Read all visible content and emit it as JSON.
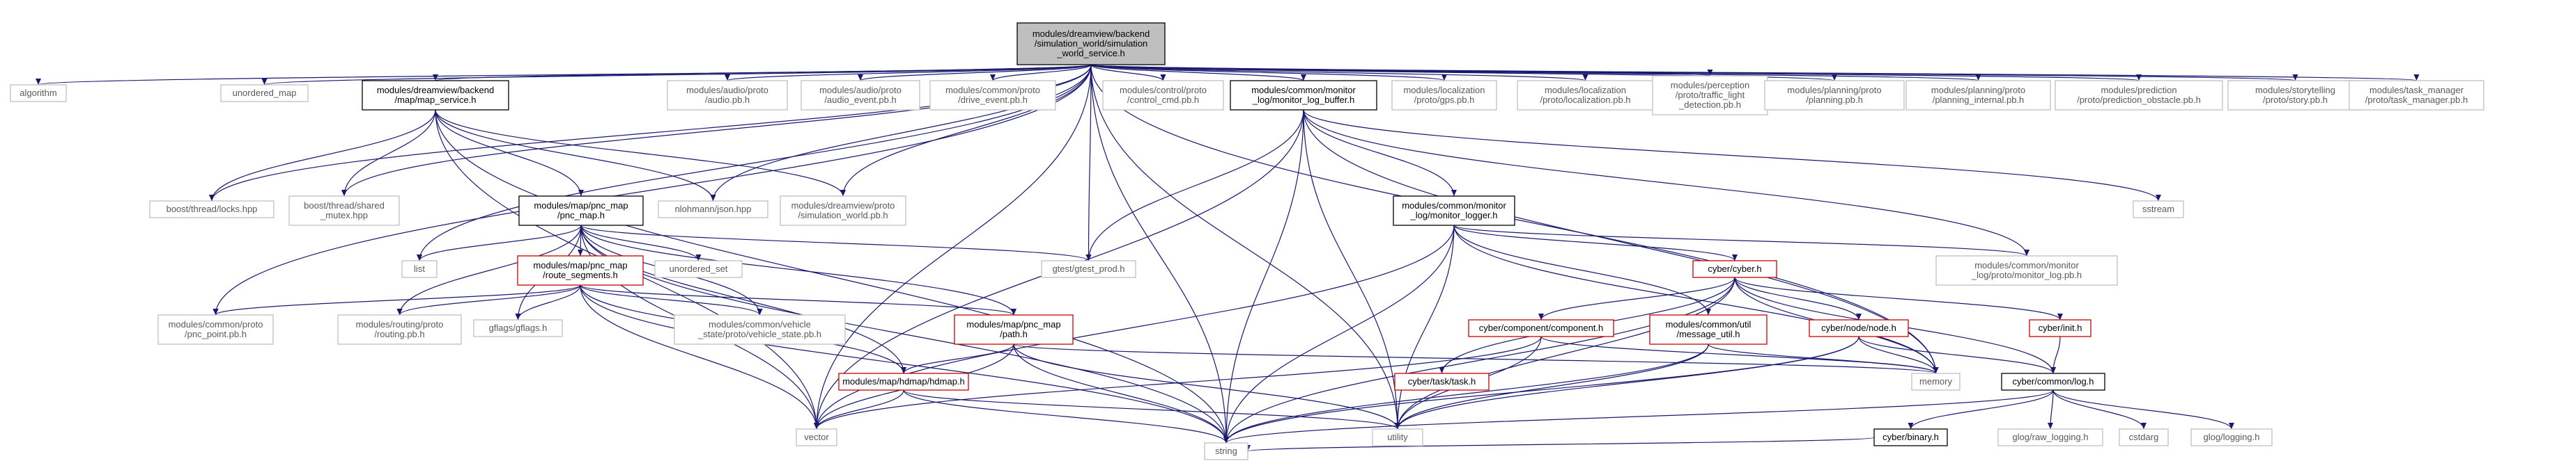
{
  "diagram": {
    "root": "n0",
    "nodes": [
      {
        "id": "n0",
        "kind": "root",
        "lines": [
          "modules/dreamview/backend",
          "/simulation_world/simulation",
          "_world_service.h"
        ]
      },
      {
        "id": "n1",
        "kind": "gray",
        "lines": [
          "algorithm"
        ]
      },
      {
        "id": "n2",
        "kind": "gray",
        "lines": [
          "unordered_map"
        ]
      },
      {
        "id": "n3",
        "kind": "doc",
        "lines": [
          "modules/dreamview/backend",
          "/map/map_service.h"
        ]
      },
      {
        "id": "n4",
        "kind": "gray",
        "lines": [
          "modules/audio/proto",
          "/audio.pb.h"
        ]
      },
      {
        "id": "n5",
        "kind": "gray",
        "lines": [
          "modules/audio/proto",
          "/audio_event.pb.h"
        ]
      },
      {
        "id": "n6",
        "kind": "gray",
        "lines": [
          "modules/common/proto",
          "/drive_event.pb.h"
        ]
      },
      {
        "id": "n7",
        "kind": "gray",
        "lines": [
          "modules/control/proto",
          "/control_cmd.pb.h"
        ]
      },
      {
        "id": "n8",
        "kind": "doc",
        "lines": [
          "modules/common/monitor",
          "_log/monitor_log_buffer.h"
        ]
      },
      {
        "id": "n9",
        "kind": "gray",
        "lines": [
          "modules/localization",
          "/proto/gps.pb.h"
        ]
      },
      {
        "id": "n10",
        "kind": "gray",
        "lines": [
          "modules/localization",
          "/proto/localization.pb.h"
        ]
      },
      {
        "id": "n11",
        "kind": "gray",
        "lines": [
          "modules/perception",
          "/proto/traffic_light",
          "_detection.pb.h"
        ]
      },
      {
        "id": "n12",
        "kind": "gray",
        "lines": [
          "modules/planning/proto",
          "/planning.pb.h"
        ]
      },
      {
        "id": "n13",
        "kind": "gray",
        "lines": [
          "modules/planning/proto",
          "/planning_internal.pb.h"
        ]
      },
      {
        "id": "n14",
        "kind": "gray",
        "lines": [
          "modules/prediction",
          "/proto/prediction_obstacle.pb.h"
        ]
      },
      {
        "id": "n15",
        "kind": "gray",
        "lines": [
          "modules/storytelling",
          "/proto/story.pb.h"
        ]
      },
      {
        "id": "n16",
        "kind": "gray",
        "lines": [
          "modules/task_manager",
          "/proto/task_manager.pb.h"
        ]
      },
      {
        "id": "n17",
        "kind": "gray",
        "lines": [
          "boost/thread/locks.hpp"
        ]
      },
      {
        "id": "n18",
        "kind": "gray",
        "lines": [
          "boost/thread/shared",
          "_mutex.hpp"
        ]
      },
      {
        "id": "n19",
        "kind": "gray",
        "lines": [
          "nlohmann/json.hpp"
        ]
      },
      {
        "id": "n20",
        "kind": "gray",
        "lines": [
          "modules/dreamview/proto",
          "/simulation_world.pb.h"
        ]
      },
      {
        "id": "n21",
        "kind": "gray",
        "lines": [
          "sstream"
        ]
      },
      {
        "id": "n22",
        "kind": "doc",
        "lines": [
          "modules/map/pnc_map",
          "/pnc_map.h"
        ]
      },
      {
        "id": "n23",
        "kind": "doc",
        "lines": [
          "modules/common/monitor",
          "_log/monitor_logger.h"
        ]
      },
      {
        "id": "n24",
        "kind": "gray",
        "lines": [
          "list"
        ]
      },
      {
        "id": "n25",
        "kind": "gray",
        "lines": [
          "unordered_set"
        ]
      },
      {
        "id": "n26",
        "kind": "gray",
        "lines": [
          "gtest/gtest_prod.h"
        ]
      },
      {
        "id": "n27",
        "kind": "gray",
        "lines": [
          "modules/common/monitor",
          "_log/proto/monitor_log.pb.h"
        ]
      },
      {
        "id": "n28",
        "kind": "red",
        "lines": [
          "modules/map/pnc_map",
          "/route_segments.h"
        ]
      },
      {
        "id": "n29",
        "kind": "red",
        "lines": [
          "cyber/cyber.h"
        ]
      },
      {
        "id": "n30",
        "kind": "gray",
        "lines": [
          "modules/common/proto",
          "/pnc_point.pb.h"
        ]
      },
      {
        "id": "n31",
        "kind": "gray",
        "lines": [
          "modules/routing/proto",
          "/routing.pb.h"
        ]
      },
      {
        "id": "n32",
        "kind": "gray",
        "lines": [
          "gflags/gflags.h"
        ]
      },
      {
        "id": "n33",
        "kind": "gray",
        "lines": [
          "modules/common/vehicle",
          "_state/proto/vehicle_state.pb.h"
        ]
      },
      {
        "id": "n34",
        "kind": "red",
        "lines": [
          "modules/map/pnc_map",
          "/path.h"
        ]
      },
      {
        "id": "n35",
        "kind": "red",
        "lines": [
          "cyber/component/component.h"
        ]
      },
      {
        "id": "n36",
        "kind": "red",
        "lines": [
          "modules/common/util",
          "/message_util.h"
        ]
      },
      {
        "id": "n37",
        "kind": "red",
        "lines": [
          "cyber/node/node.h"
        ]
      },
      {
        "id": "n38",
        "kind": "red",
        "lines": [
          "cyber/init.h"
        ]
      },
      {
        "id": "n39",
        "kind": "red",
        "lines": [
          "cyber/task/task.h"
        ]
      },
      {
        "id": "n40",
        "kind": "red",
        "lines": [
          "modules/map/hdmap/hdmap.h"
        ]
      },
      {
        "id": "n41",
        "kind": "gray",
        "lines": [
          "memory"
        ]
      },
      {
        "id": "n42",
        "kind": "doc",
        "lines": [
          "cyber/common/log.h"
        ]
      },
      {
        "id": "n43",
        "kind": "gray",
        "lines": [
          "vector"
        ]
      },
      {
        "id": "n44",
        "kind": "gray",
        "lines": [
          "utility"
        ]
      },
      {
        "id": "n45",
        "kind": "doc",
        "lines": [
          "cyber/binary.h"
        ]
      },
      {
        "id": "n46",
        "kind": "gray",
        "lines": [
          "glog/raw_logging.h"
        ]
      },
      {
        "id": "n47",
        "kind": "gray",
        "lines": [
          "cstdarg"
        ]
      },
      {
        "id": "n48",
        "kind": "gray",
        "lines": [
          "glog/logging.h"
        ]
      },
      {
        "id": "n49",
        "kind": "gray",
        "lines": [
          "string"
        ]
      }
    ],
    "edges": [
      [
        "n0",
        "n1"
      ],
      [
        "n0",
        "n2"
      ],
      [
        "n0",
        "n3"
      ],
      [
        "n0",
        "n4"
      ],
      [
        "n0",
        "n5"
      ],
      [
        "n0",
        "n6"
      ],
      [
        "n0",
        "n7"
      ],
      [
        "n0",
        "n8"
      ],
      [
        "n0",
        "n9"
      ],
      [
        "n0",
        "n10"
      ],
      [
        "n0",
        "n11"
      ],
      [
        "n0",
        "n12"
      ],
      [
        "n0",
        "n13"
      ],
      [
        "n0",
        "n14"
      ],
      [
        "n0",
        "n15"
      ],
      [
        "n0",
        "n16"
      ],
      [
        "n0",
        "n17"
      ],
      [
        "n0",
        "n18"
      ],
      [
        "n0",
        "n19"
      ],
      [
        "n0",
        "n20"
      ],
      [
        "n0",
        "n24"
      ],
      [
        "n0",
        "n26"
      ],
      [
        "n0",
        "n30"
      ],
      [
        "n0",
        "n41"
      ],
      [
        "n0",
        "n43"
      ],
      [
        "n0",
        "n44"
      ],
      [
        "n0",
        "n49"
      ],
      [
        "n3",
        "n17"
      ],
      [
        "n3",
        "n18"
      ],
      [
        "n3",
        "n19"
      ],
      [
        "n3",
        "n20"
      ],
      [
        "n3",
        "n22"
      ],
      [
        "n3",
        "n43"
      ],
      [
        "n3",
        "n49"
      ],
      [
        "n8",
        "n21"
      ],
      [
        "n8",
        "n23"
      ],
      [
        "n8",
        "n26"
      ],
      [
        "n8",
        "n27"
      ],
      [
        "n8",
        "n41"
      ],
      [
        "n8",
        "n43"
      ],
      [
        "n8",
        "n44"
      ],
      [
        "n8",
        "n49"
      ],
      [
        "n22",
        "n24"
      ],
      [
        "n22",
        "n25"
      ],
      [
        "n22",
        "n26"
      ],
      [
        "n22",
        "n28"
      ],
      [
        "n22",
        "n31"
      ],
      [
        "n22",
        "n32"
      ],
      [
        "n22",
        "n33"
      ],
      [
        "n22",
        "n34"
      ],
      [
        "n22",
        "n40"
      ],
      [
        "n22",
        "n43"
      ],
      [
        "n22",
        "n49"
      ],
      [
        "n23",
        "n27"
      ],
      [
        "n23",
        "n29"
      ],
      [
        "n23",
        "n36"
      ],
      [
        "n23",
        "n41"
      ],
      [
        "n23",
        "n43"
      ],
      [
        "n23",
        "n44"
      ],
      [
        "n23",
        "n49"
      ],
      [
        "n28",
        "n30"
      ],
      [
        "n28",
        "n31"
      ],
      [
        "n28",
        "n32"
      ],
      [
        "n28",
        "n33"
      ],
      [
        "n28",
        "n34"
      ],
      [
        "n28",
        "n40"
      ],
      [
        "n28",
        "n43"
      ],
      [
        "n28",
        "n49"
      ],
      [
        "n29",
        "n35"
      ],
      [
        "n29",
        "n37"
      ],
      [
        "n29",
        "n38"
      ],
      [
        "n29",
        "n39"
      ],
      [
        "n29",
        "n41"
      ],
      [
        "n29",
        "n42"
      ],
      [
        "n29",
        "n44"
      ],
      [
        "n29",
        "n49"
      ],
      [
        "n34",
        "n40"
      ],
      [
        "n34",
        "n41"
      ],
      [
        "n34",
        "n43"
      ],
      [
        "n34",
        "n44"
      ],
      [
        "n34",
        "n49"
      ],
      [
        "n35",
        "n41"
      ],
      [
        "n35",
        "n43"
      ],
      [
        "n35",
        "n44"
      ],
      [
        "n36",
        "n41"
      ],
      [
        "n36",
        "n44"
      ],
      [
        "n36",
        "n49"
      ],
      [
        "n37",
        "n41"
      ],
      [
        "n37",
        "n42"
      ],
      [
        "n37",
        "n44"
      ],
      [
        "n37",
        "n49"
      ],
      [
        "n38",
        "n42"
      ],
      [
        "n40",
        "n43"
      ],
      [
        "n40",
        "n44"
      ],
      [
        "n40",
        "n49"
      ],
      [
        "n42",
        "n45"
      ],
      [
        "n42",
        "n46"
      ],
      [
        "n42",
        "n47"
      ],
      [
        "n42",
        "n48"
      ],
      [
        "n42",
        "n49"
      ],
      [
        "n45",
        "n49"
      ]
    ]
  }
}
